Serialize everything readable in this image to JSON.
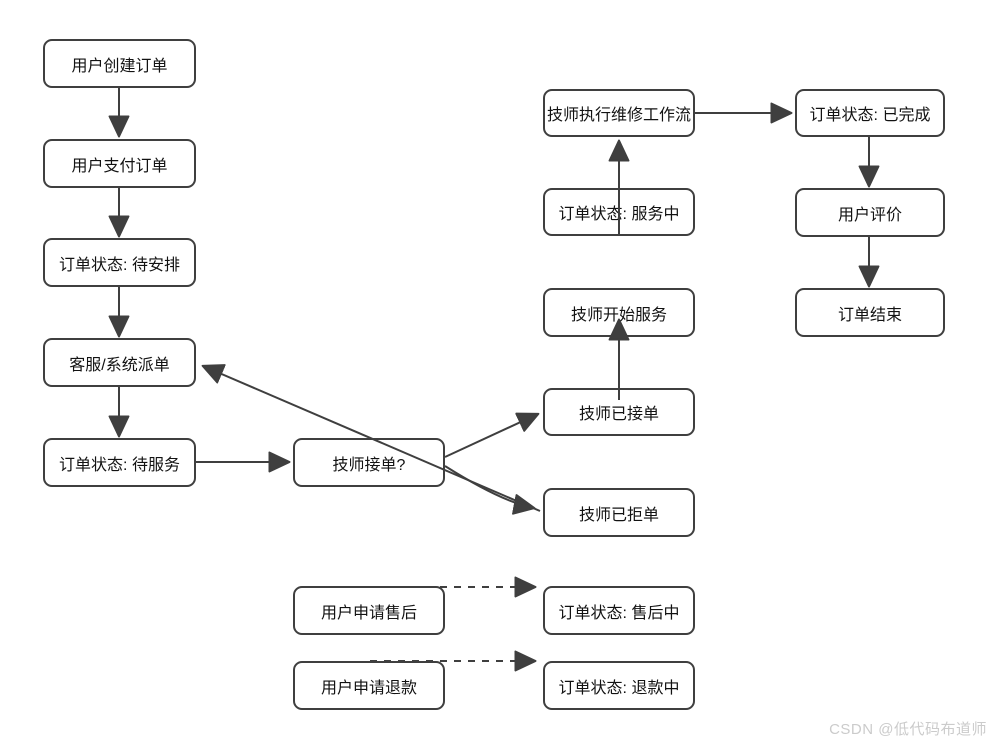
{
  "diagram": {
    "title_hint": "order-service-workflow-flowchart",
    "colors": {
      "stroke": "#3f3f3f",
      "node_fill": "#ffffff",
      "text": "#121212",
      "background": "#ffffff",
      "watermark": "#cbcbcb"
    },
    "nodes": [
      {
        "id": "create-order",
        "label": "用户创建订单"
      },
      {
        "id": "pay-order",
        "label": "用户支付订单"
      },
      {
        "id": "status-to-assign",
        "label": "订单状态: 待安排"
      },
      {
        "id": "dispatch",
        "label": "客服/系统派单"
      },
      {
        "id": "status-to-service",
        "label": "订单状态: 待服务"
      },
      {
        "id": "tech-accept-question",
        "label": "技师接单?"
      },
      {
        "id": "tech-accepted",
        "label": "技师已接单"
      },
      {
        "id": "tech-rejected",
        "label": "技师已拒单"
      },
      {
        "id": "tech-start-service",
        "label": "技师开始服务"
      },
      {
        "id": "status-in-service",
        "label": "订单状态: 服务中"
      },
      {
        "id": "tech-repair-workflow",
        "label": "技师执行维修工作流"
      },
      {
        "id": "status-completed",
        "label": "订单状态: 已完成"
      },
      {
        "id": "user-review",
        "label": "用户评价"
      },
      {
        "id": "order-finished",
        "label": "订单结束"
      },
      {
        "id": "apply-aftersale",
        "label": "用户申请售后"
      },
      {
        "id": "status-aftersale",
        "label": "订单状态: 售后中"
      },
      {
        "id": "apply-refund",
        "label": "用户申请退款"
      },
      {
        "id": "status-refund",
        "label": "订单状态: 退款中"
      }
    ],
    "edges": [
      {
        "from": "create-order",
        "to": "pay-order",
        "style": "solid"
      },
      {
        "from": "pay-order",
        "to": "status-to-assign",
        "style": "solid"
      },
      {
        "from": "status-to-assign",
        "to": "dispatch",
        "style": "solid"
      },
      {
        "from": "dispatch",
        "to": "status-to-service",
        "style": "solid"
      },
      {
        "from": "status-to-service",
        "to": "tech-accept-question",
        "style": "solid"
      },
      {
        "from": "tech-accept-question",
        "to": "tech-accepted",
        "style": "solid"
      },
      {
        "from": "tech-accept-question",
        "to": "tech-rejected",
        "style": "solid-curved"
      },
      {
        "from": "tech-rejected",
        "to": "dispatch",
        "style": "solid"
      },
      {
        "from": "tech-accepted",
        "to": "tech-start-service",
        "style": "solid"
      },
      {
        "from": "status-in-service",
        "to": "tech-repair-workflow",
        "style": "solid"
      },
      {
        "from": "tech-repair-workflow",
        "to": "status-completed",
        "style": "solid"
      },
      {
        "from": "status-completed",
        "to": "user-review",
        "style": "solid"
      },
      {
        "from": "user-review",
        "to": "order-finished",
        "style": "solid"
      },
      {
        "from": "apply-aftersale",
        "to": "status-aftersale",
        "style": "dashed"
      },
      {
        "from": "apply-refund",
        "to": "status-refund",
        "style": "dashed"
      }
    ],
    "watermark": "CSDN @低代码布道师"
  }
}
